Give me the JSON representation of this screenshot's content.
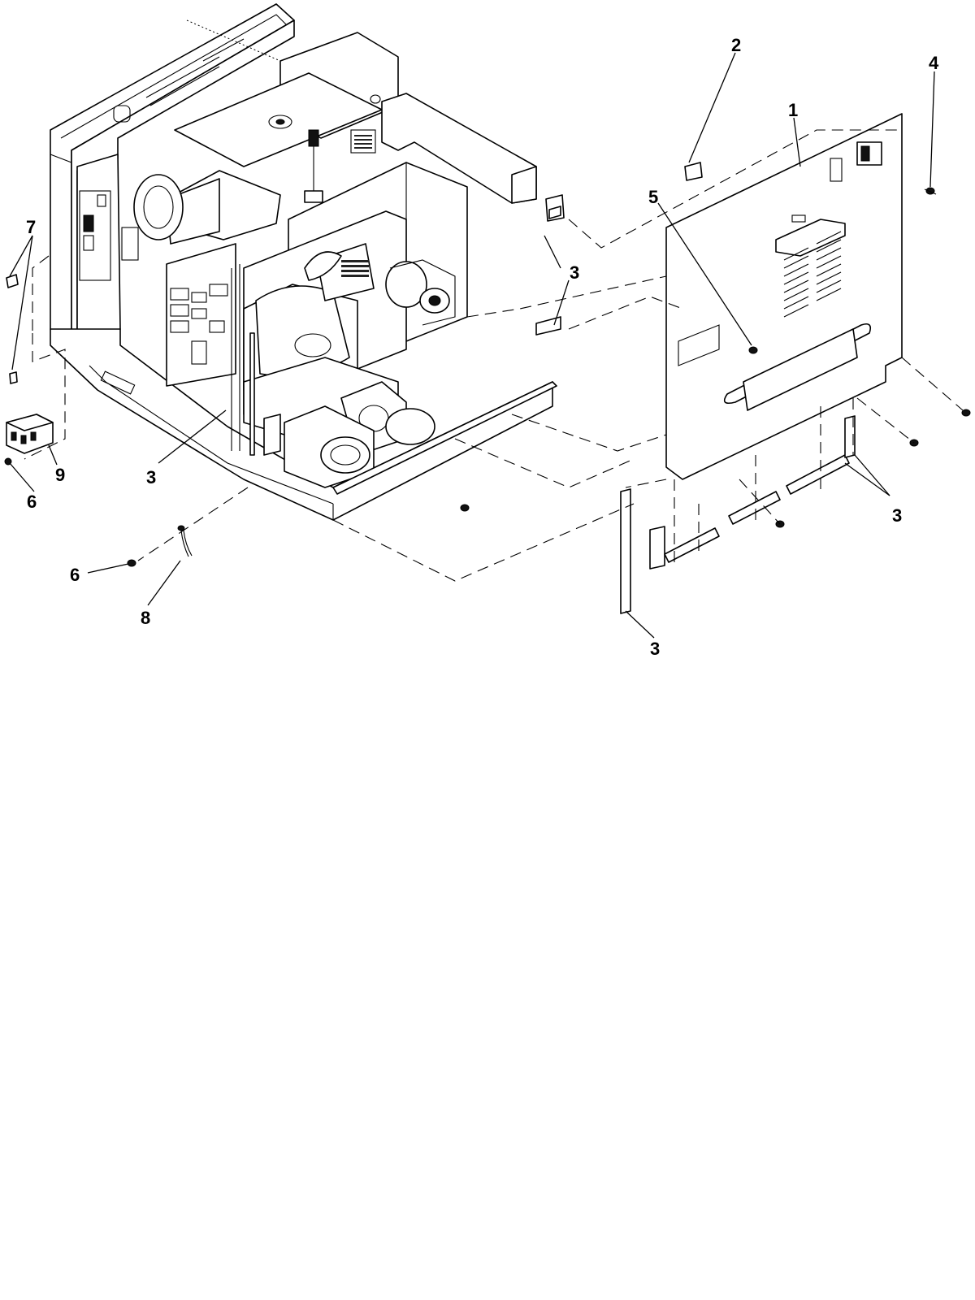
{
  "callouts": {
    "c1": "1",
    "c2": "2",
    "c3a": "3",
    "c3b": "3",
    "c3c": "3",
    "c3d": "3",
    "c4": "4",
    "c5": "5",
    "c6a": "6",
    "c6b": "6",
    "c7": "7",
    "c8": "8",
    "c9": "9"
  }
}
